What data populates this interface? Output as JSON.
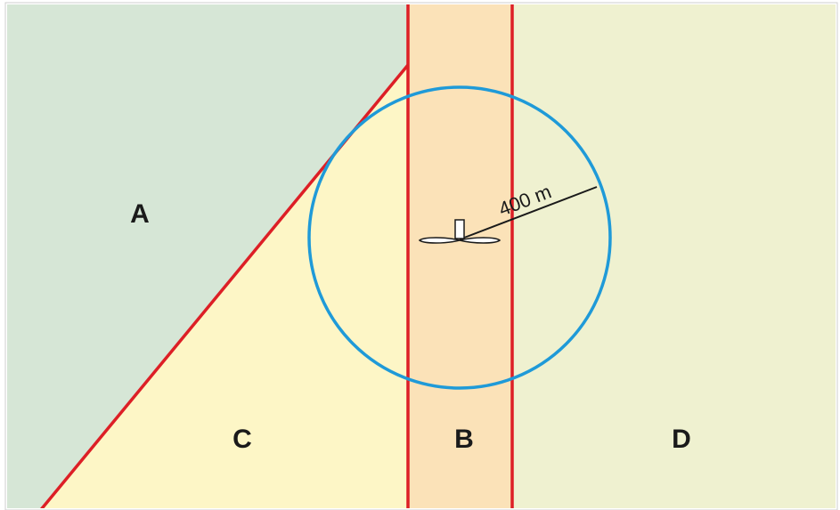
{
  "regions": {
    "a": {
      "label": "A",
      "color": "#d6e6d6"
    },
    "b": {
      "label": "B",
      "color": "#fbe2b8"
    },
    "c": {
      "label": "C",
      "color": "#fdf6c6"
    },
    "d": {
      "label": "D",
      "color": "#eff1d0"
    }
  },
  "boundary_color": "#dd1f26",
  "circle_color": "#1f9ad8",
  "radius_label": "400 m",
  "icon": "wind-turbine-icon"
}
